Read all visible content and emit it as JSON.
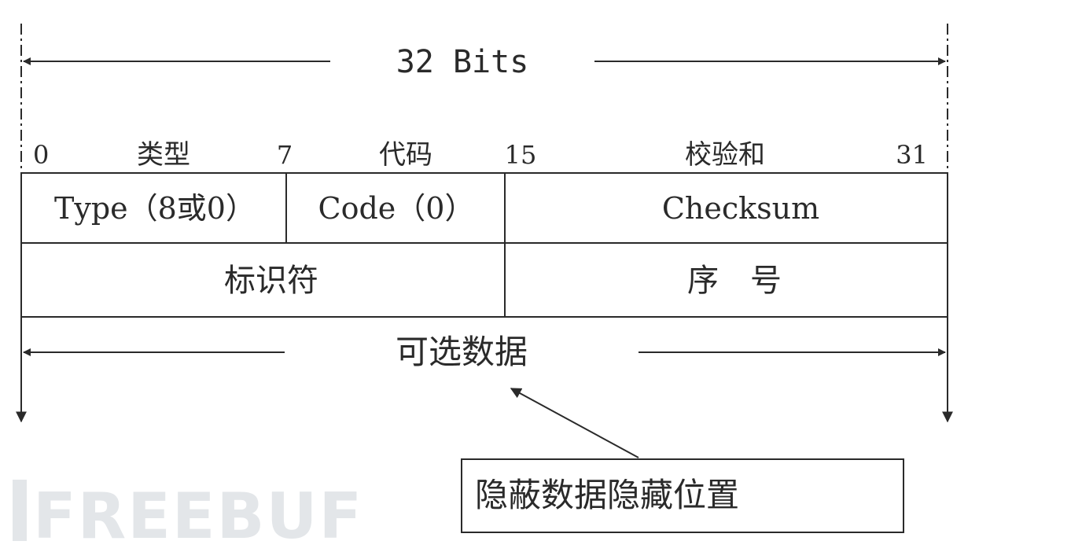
{
  "header": {
    "width_label": "32 Bits"
  },
  "bit_positions": [
    "0",
    "7",
    "15",
    "31"
  ],
  "field_names_cn": {
    "type": "类型",
    "code": "代码",
    "checksum": "校验和"
  },
  "row1": {
    "type": "Type（8或0）",
    "code": "Code（0）",
    "checksum": "Checksum"
  },
  "row2": {
    "identifier": "标识符",
    "sequence": "序　号"
  },
  "optional_data": "可选数据",
  "callout": "隐蔽数据隐藏位置",
  "watermark": "FREEBUF",
  "colors": {
    "line": "#2a2a2a",
    "watermark": "#e3e6e9",
    "background": "#ffffff"
  }
}
